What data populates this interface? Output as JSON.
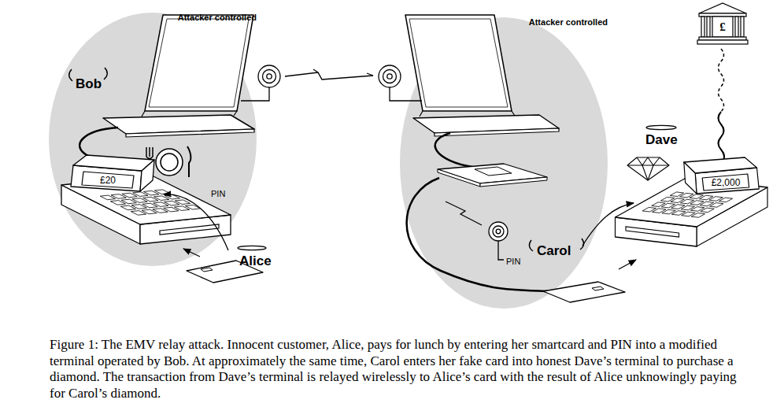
{
  "diagram": {
    "caption": "Figure 1: The EMV relay attack. Innocent customer, Alice, pays for lunch by entering her smartcard and PIN into a modified terminal operated by Bob. At approximately the same time, Carol enters her fake card into honest Dave’s terminal to purchase a diamond. The transaction from Dave’s terminal is relayed wirelessly to Alice’s card with the result of Alice unknowingly paying for Carol’s diamond.",
    "nodes": [
      {
        "text": [
          "Attacker controlled"
        ]
      },
      {
        "text": [
          "£20"
        ],
        "in": 0
      },
      {
        "text": [
          "Attacker controlled"
        ]
      },
      {
        "text": [
          "£"
        ]
      },
      {
        "text": [
          "£2,000"
        ]
      }
    ],
    "labels": [
      "Bob",
      "Dave",
      "PIN",
      "Carol",
      "PIN",
      "Alice"
    ]
  }
}
